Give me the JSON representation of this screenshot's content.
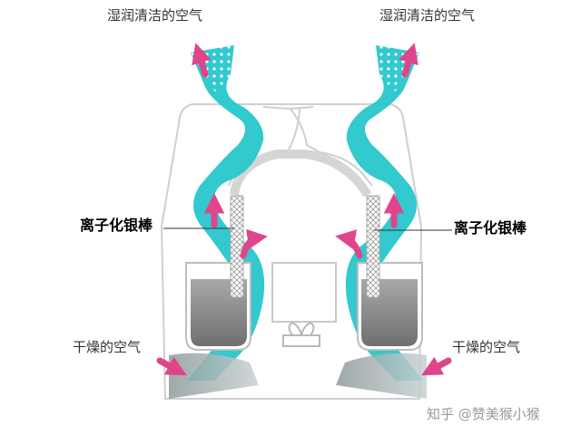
{
  "labels": {
    "top_left": "湿润清洁的空气",
    "top_right": "湿润清洁的空气",
    "mid_left": "离子化银棒",
    "mid_right": "离子化银棒",
    "bottom_left": "干燥的空气",
    "bottom_right": "干燥的空气"
  },
  "watermark": "知乎 @赞美猴小猴",
  "colors": {
    "airflow": "#27c6cc",
    "arrow": "#e0458b",
    "water": "#8c8c8c",
    "outline": "#c8c8c8",
    "text": "#333333"
  }
}
